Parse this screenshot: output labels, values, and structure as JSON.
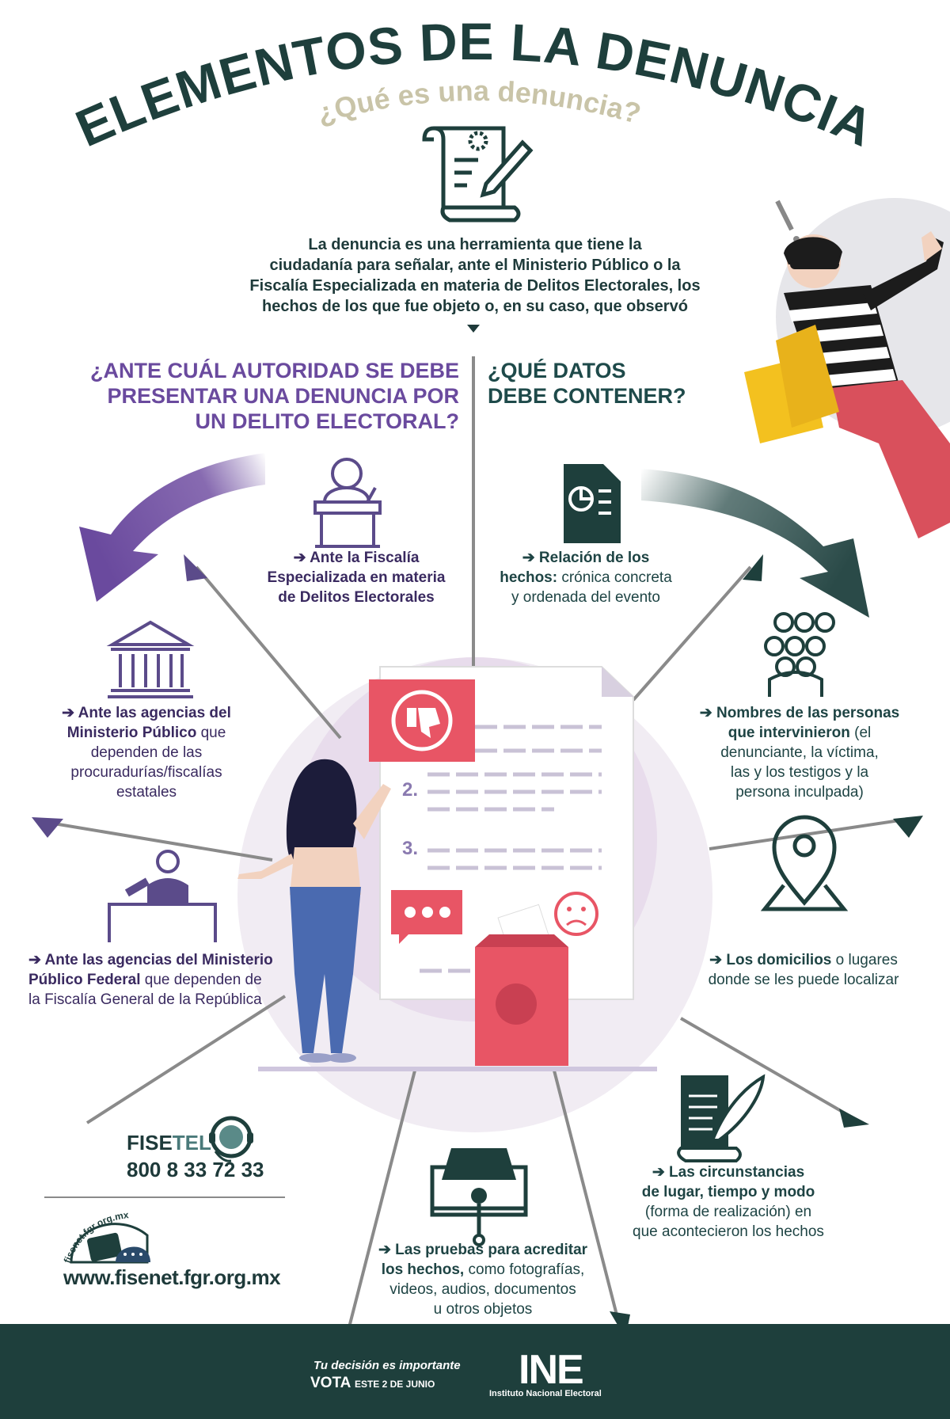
{
  "title": "ELEMENTOS DE LA DENUNCIA",
  "subtitle": "¿Qué es una denuncia?",
  "intro": {
    "line1": "La denuncia es una herramienta que tiene la",
    "line2": "ciudadanía para señalar, ante el Ministerio Público o la",
    "line3": "Fiscalía Especializada en materia de Delitos Electorales, los",
    "line4": "hechos de los que fue objeto o, en su caso, que observó"
  },
  "question_left": {
    "line1": "¿ANTE CUÁL AUTORIDAD SE DEBE",
    "line2": "PRESENTAR UNA DENUNCIA POR",
    "line3": "UN DELITO ELECTORAL?"
  },
  "question_right": {
    "line1": "¿QUÉ DATOS",
    "line2": "DEBE CONTENER?"
  },
  "authorities": [
    {
      "lines": [
        "Ante la Fiscalía",
        "Especializada en materia",
        "de Delitos Electorales"
      ]
    },
    {
      "bold": [
        "Ante las agencias del",
        "Ministerio Público"
      ],
      "rest": [
        "que",
        "dependen de las",
        "procuradurías/fiscalías",
        "estatales"
      ]
    },
    {
      "bold": [
        "Ante las agencias del Ministerio",
        "Público Federal"
      ],
      "rest": [
        "que dependen de",
        "la Fiscalía General de la República"
      ]
    }
  ],
  "data_items": [
    {
      "bold": [
        "Relación de los",
        "hechos:"
      ],
      "rest": [
        "crónica concreta",
        "y ordenada del evento"
      ]
    },
    {
      "bold": [
        "Nombres de las personas",
        "que intervinieron"
      ],
      "rest": [
        "(el",
        "denunciante, la víctima,",
        "las y los testigos y la",
        "persona inculpada)"
      ]
    },
    {
      "bold": [
        "Los domicilios"
      ],
      "rest": [
        "o lugares",
        "donde se les puede localizar"
      ]
    },
    {
      "bold": [
        "Las circunstancias",
        "de lugar, tiempo y modo"
      ],
      "rest": [
        "(forma de realización) en",
        "que acontecieron los hechos"
      ]
    },
    {
      "bold": [
        "Las pruebas para acreditar",
        "los hechos,"
      ],
      "rest": [
        "como fotografías,",
        "videos, audios, documentos",
        "u otros objetos"
      ]
    }
  ],
  "document_numbers": [
    "2.",
    "3."
  ],
  "fisetel": {
    "name_a": "FISE",
    "name_b": "TEL",
    "phone": "800 8 33 72 33"
  },
  "fisenet": {
    "badge": "fisenet.fgr.org.mx",
    "url": "www.fisenet.fgr.org.mx"
  },
  "footer": {
    "campaign_line1": "Tu decisión es importante",
    "campaign_line2": "VOTA",
    "campaign_line3": "ESTE 2 DE JUNIO",
    "logo": "INE",
    "logo_sub": "Instituto Nacional Electoral"
  },
  "colors": {
    "teal_dark": "#1e3f3c",
    "purple": "#6a4a9e",
    "red": "#e85565",
    "lavender": "#e6d8ea",
    "beige": "#c9c4a8"
  },
  "icons": [
    "document-pen-icon",
    "prosecutor-podium-icon",
    "bank-building-icon",
    "judge-desk-icon",
    "pie-chart-document-icon",
    "people-group-icon",
    "location-pin-icon",
    "scroll-quill-icon",
    "evidence-screen-icon",
    "thumbs-down-icon",
    "chat-bubble-icon",
    "sad-face-icon",
    "ballot-box-icon",
    "headset-icon",
    "thief-illustration",
    "woman-illustration"
  ]
}
